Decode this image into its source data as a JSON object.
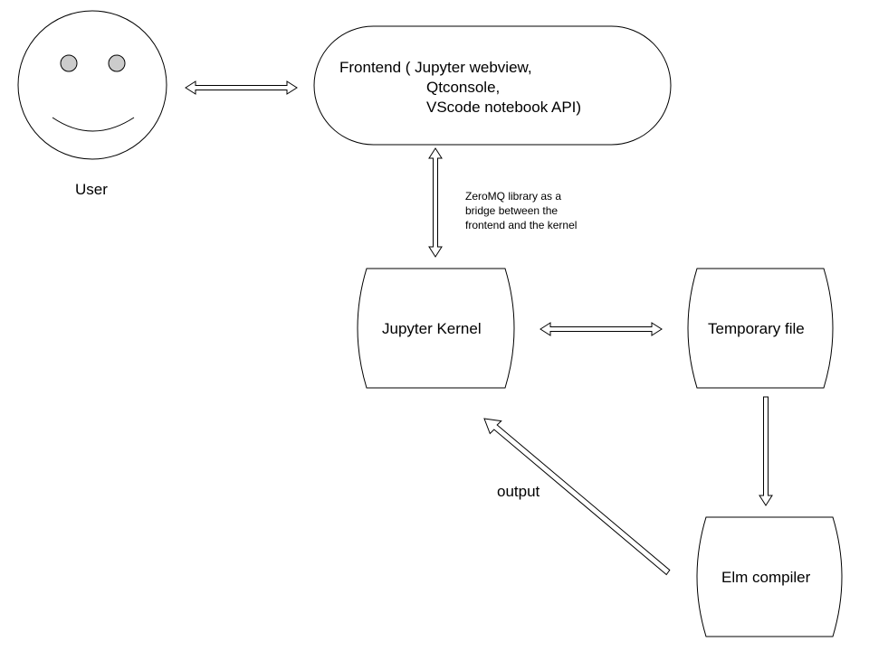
{
  "user": {
    "label": "User"
  },
  "frontend": {
    "line1": "Frontend ( Jupyter webview,",
    "line2": "Qtconsole,",
    "line3": "VScode notebook API)"
  },
  "zeromq": {
    "line1": "ZeroMQ library as a",
    "line2": "bridge between the",
    "line3": "frontend and the kernel"
  },
  "kernel": {
    "label": "Jupyter Kernel"
  },
  "temp_file": {
    "label": "Temporary file"
  },
  "compiler": {
    "label": "Elm compiler"
  },
  "output_edge": {
    "label": "output"
  }
}
